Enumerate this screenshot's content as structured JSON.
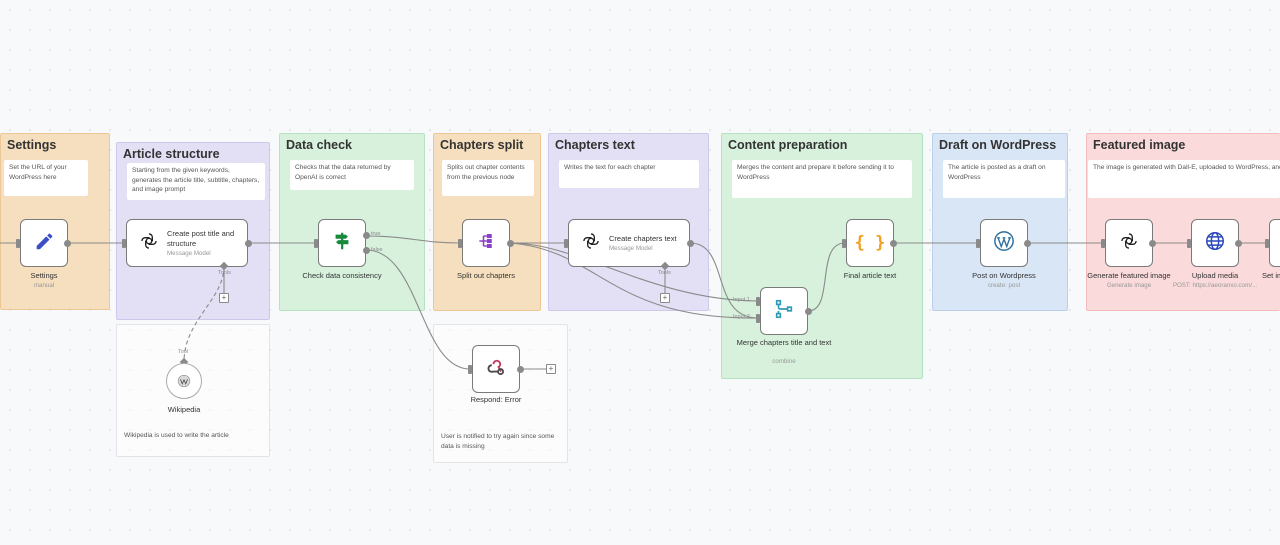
{
  "stickies": {
    "settings": {
      "title": "Settings",
      "desc": "Set the URL of your WordPress here"
    },
    "article_structure": {
      "title": "Article structure",
      "desc": "Starting from the given keywords, generates the article title, subtitle, chapters, and image prompt"
    },
    "data_check": {
      "title": "Data check",
      "desc": "Checks that the data returned by OpenAI is correct"
    },
    "chapters_split": {
      "title": "Chapters split",
      "desc": "Splits out chapter contents from the previous node"
    },
    "chapters_text": {
      "title": "Chapters text",
      "desc": "Writes the text for each chapter"
    },
    "content_preparation": {
      "title": "Content preparation",
      "desc": "Merges the content and prepare it before sending it to WordPress"
    },
    "draft_wordpress": {
      "title": "Draft on WordPress",
      "desc": "The article is posted as a draft on WordPress"
    },
    "featured_image": {
      "title": "Featured image",
      "desc": "The image is generated with Dall-E, uploaded to WordPress, and connected to the post as its featured image"
    },
    "wikipedia_note": {
      "desc": "Wikipedia is used to write the article"
    },
    "error_note": {
      "desc": "User is notified to try again since some data is missing"
    }
  },
  "nodes": {
    "settings": {
      "label": "Settings",
      "sub": "manual"
    },
    "create_post": {
      "title": "Create post title and structure",
      "sub": "Message Model"
    },
    "check_data": {
      "label": "Check data consistency"
    },
    "split_chapters": {
      "label": "Split out chapters"
    },
    "create_chapters": {
      "title": "Create chapters text",
      "sub": "Message Model"
    },
    "merge": {
      "label": "Merge chapters title and text",
      "sub": "combine"
    },
    "final_text": {
      "label": "Final article text"
    },
    "post_wp": {
      "label": "Post on Wordpress",
      "sub": "create: post"
    },
    "gen_image": {
      "label": "Generate featured image",
      "sub": "Generate image"
    },
    "upload_media": {
      "label": "Upload media",
      "sub": "POST: https://aeoranxo.com/..."
    },
    "set_image": {
      "label": "Set image"
    },
    "wikipedia": {
      "label": "Wikipedia"
    },
    "respond_error": {
      "label": "Respond: Error"
    }
  },
  "ports": {
    "tools_label": "Tools",
    "tool_label": "Tool",
    "true_label": "true",
    "false_label": "false",
    "input1_label": "Input 1",
    "input2_label": "Input 2"
  },
  "icons": {
    "settings": "pencil-icon",
    "openai": "openai-icon",
    "if": "signpost-icon",
    "split": "split-out-icon",
    "merge": "merge-icon",
    "code": "braces-icon",
    "wordpress": "wordpress-icon",
    "http": "globe-icon",
    "webhook": "webhook-icon",
    "wikipedia": "wikipedia-icon"
  },
  "colors": {
    "orange_sticky": "#f6dfbe",
    "purple_sticky": "#e3e0f5",
    "green_sticky": "#d7f1dd",
    "blue_sticky": "#d9e6f5",
    "pink_sticky": "#fadada",
    "wire": "#8a8a8a"
  }
}
